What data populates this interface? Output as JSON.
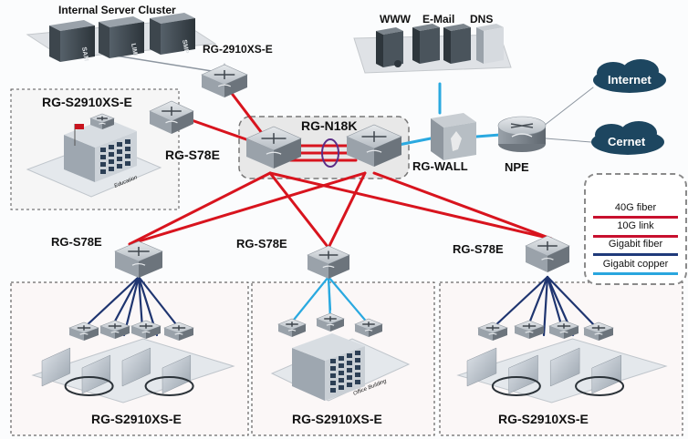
{
  "labels": {
    "cluster_title": "Internal Server Cluster",
    "server_1": "SAM",
    "server_2": "LIMI",
    "server_3": "SMP",
    "cluster_switch": "RG-2910XS-E",
    "services_www": "WWW",
    "services_email": "E-Mail",
    "services_dns": "DNS",
    "education_access": "RG-S2910XS-E",
    "education_core": "RG-S78E",
    "education_building": "Education",
    "core_switch": "RG-N18K",
    "firewall": "RG-WALL",
    "npe": "NPE",
    "cloud_internet": "Internet",
    "cloud_cernet": "Cernet",
    "dist_left": "RG-S78E",
    "dist_mid": "RG-S78E",
    "dist_right": "RG-S78E",
    "access_left": "RG-S2910XS-E",
    "access_mid": "RG-S2910XS-E",
    "access_right": "RG-S2910XS-E",
    "office_building": "Office Building"
  },
  "legend": [
    {
      "label": "40G fiber",
      "color": "#c8102e"
    },
    {
      "label": "10G link",
      "color": "#c8102e"
    },
    {
      "label": "Gigabit fiber",
      "color": "#1f3a7a"
    },
    {
      "label": "Gigabit copper",
      "color": "#29a6de"
    }
  ],
  "colors": {
    "red_link": "#d8141e",
    "navy_link": "#1f3570",
    "cyan_link": "#2aa9e0",
    "gray_link": "#8d96a0",
    "cloud": "#1d4660",
    "switch_top": "#d2d6da",
    "switch_side": "#7e868e",
    "aggregation_ring": "#5b2d86"
  }
}
